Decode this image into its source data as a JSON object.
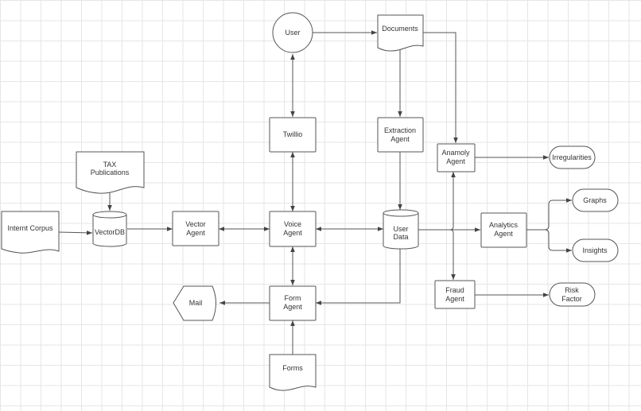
{
  "nodes": {
    "user": "User",
    "documents": "Documents",
    "twillio": "Twillio",
    "extraction_agent": [
      "Extraction",
      "Agent"
    ],
    "anamoly_agent": [
      "Anamoly",
      "Agent"
    ],
    "irregularities": "Irregularities",
    "tax_publications": [
      "TAX",
      "Publications"
    ],
    "internt_corpus": "Internt Corpus",
    "vectordb": "VectorDB",
    "vector_agent": [
      "Vector",
      "Agent"
    ],
    "voice_agent": [
      "Voice",
      "Agent"
    ],
    "user_data": [
      "User",
      "Data"
    ],
    "analytics_agent": [
      "Analytics",
      "Agent"
    ],
    "graphs": "Graphs",
    "insights": "Insights",
    "mail": "Mail",
    "form_agent": [
      "Form",
      "Agent"
    ],
    "fraud_agent": [
      "Fraud",
      "Agent"
    ],
    "risk_factor": [
      "Risk",
      "Factor"
    ],
    "forms": "Forms"
  },
  "colors": {
    "stroke": "#555555",
    "text": "#333333",
    "grid": "#e6e6e6",
    "fill": "#ffffff"
  }
}
